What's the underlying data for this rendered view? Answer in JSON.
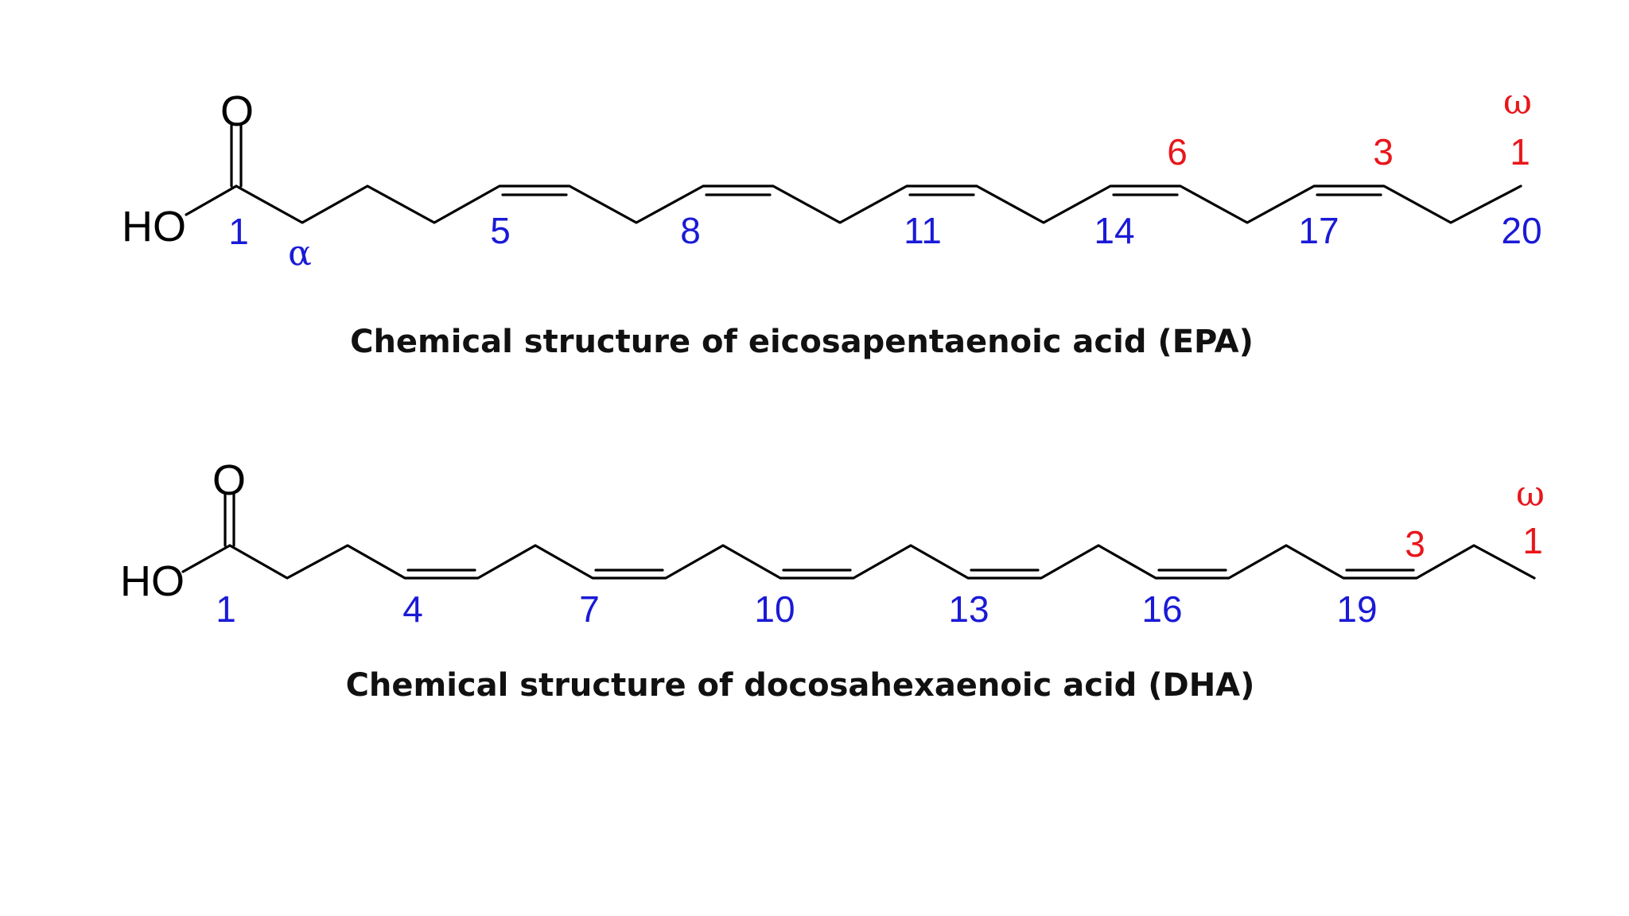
{
  "colors": {
    "bond": "#000000",
    "blue_label": "#1a1ad6",
    "red_label": "#e8161b",
    "caption": "#111111"
  },
  "molecules": [
    {
      "id": "epa",
      "caption": "Chemical structure of eicosapentaenoic acid (EPA)",
      "oxygen_label": "O",
      "hydroxyl_label": "HO",
      "carbon_count": 20,
      "double_bond_positions": [
        5,
        8,
        11,
        14,
        17
      ],
      "blue_labels": [
        "1",
        "α",
        "5",
        "8",
        "11",
        "14",
        "17",
        "20"
      ],
      "red_labels": [
        "6",
        "3",
        "ω",
        "1"
      ]
    },
    {
      "id": "dha",
      "caption": "Chemical structure of docosahexaenoic acid (DHA)",
      "oxygen_label": "O",
      "hydroxyl_label": "HO",
      "carbon_count": 22,
      "double_bond_positions": [
        4,
        7,
        10,
        13,
        16,
        19
      ],
      "blue_labels": [
        "1",
        "4",
        "7",
        "10",
        "13",
        "16",
        "19"
      ],
      "red_labels": [
        "3",
        "ω",
        "1"
      ]
    }
  ]
}
